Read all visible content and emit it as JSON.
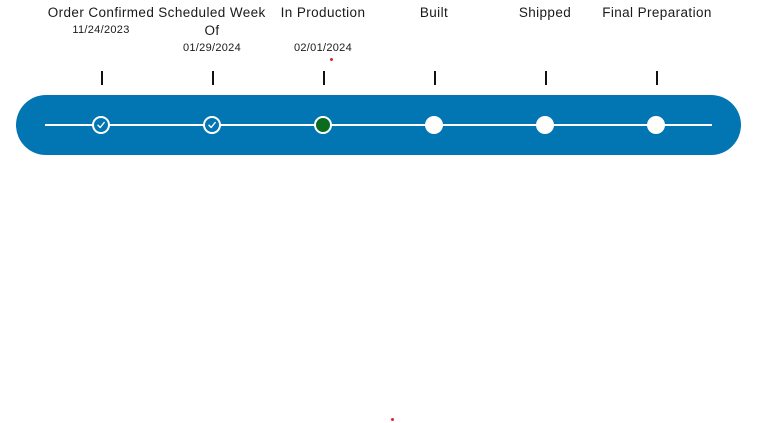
{
  "tracker": {
    "colors": {
      "bar": "#0276b3",
      "complete_node": "#0276b3",
      "current_node": "#0b6b1e",
      "pending_node": "#ffffff",
      "marker_dot": "#e0261b"
    },
    "steps": [
      {
        "title": "Order Confirmed",
        "date": "11/24/2023",
        "status": "complete",
        "icon": "check-icon"
      },
      {
        "title": "Scheduled Week Of",
        "date": "01/29/2024",
        "status": "complete",
        "icon": "check-icon"
      },
      {
        "title": "In Production",
        "date": "02/01/2024",
        "status": "current"
      },
      {
        "title": "Built",
        "date": "",
        "status": "pending"
      },
      {
        "title": "Shipped",
        "date": "",
        "status": "pending"
      },
      {
        "title": "Final Preparation",
        "date": "",
        "status": "pending"
      }
    ]
  }
}
